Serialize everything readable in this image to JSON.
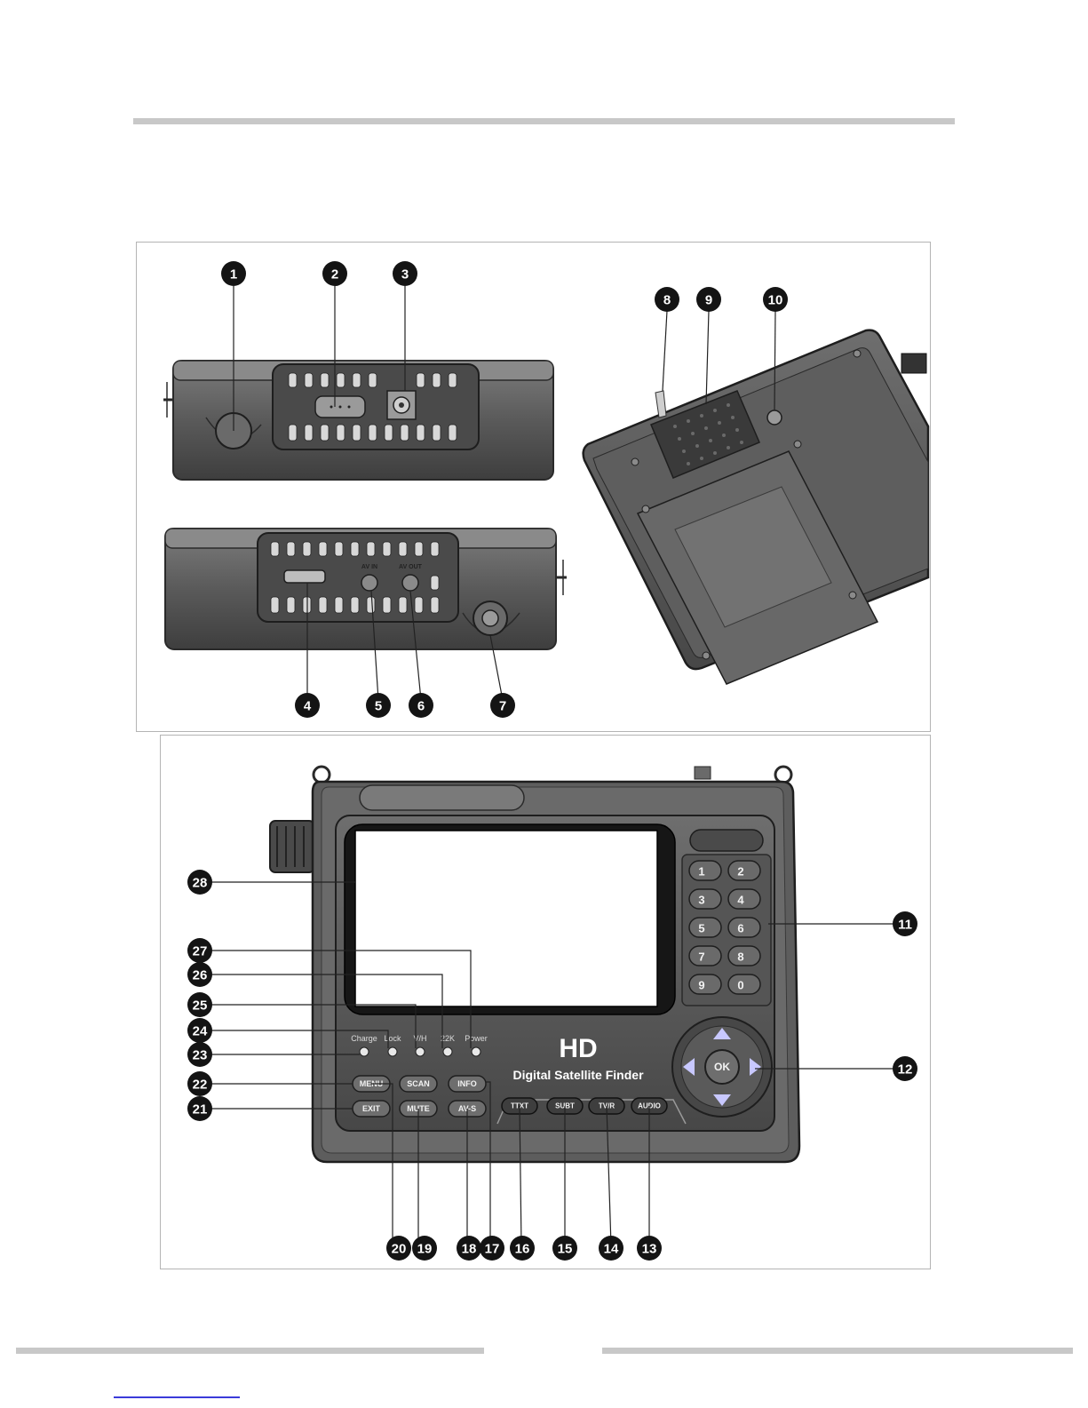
{
  "side_views_callouts": [
    "1",
    "2",
    "3",
    "4",
    "5",
    "6",
    "7",
    "8",
    "9",
    "10"
  ],
  "front_view_callouts": [
    "11",
    "12",
    "13",
    "14",
    "15",
    "16",
    "17",
    "18",
    "19",
    "20",
    "21",
    "22",
    "23",
    "24",
    "25",
    "26",
    "27",
    "28"
  ],
  "jack_labels": {
    "av_in": "AV IN",
    "av_out": "AV OUT"
  },
  "led_labels": [
    "Charge",
    "Lock",
    "V/H",
    "22K",
    "Power"
  ],
  "brand": {
    "logo": "HD",
    "tagline": "Digital  Satellite Finder"
  },
  "left_buttons": [
    "MENU",
    "SCAN",
    "INFO",
    "EXIT",
    "MUTE",
    "AV-S"
  ],
  "bottom_buttons": [
    "TTXT",
    "SUBT",
    "TV/R",
    "AUDIO"
  ],
  "ok_button": "OK",
  "keypad": [
    "1",
    "2",
    "3",
    "4",
    "5",
    "6",
    "7",
    "8",
    "9",
    "0"
  ]
}
